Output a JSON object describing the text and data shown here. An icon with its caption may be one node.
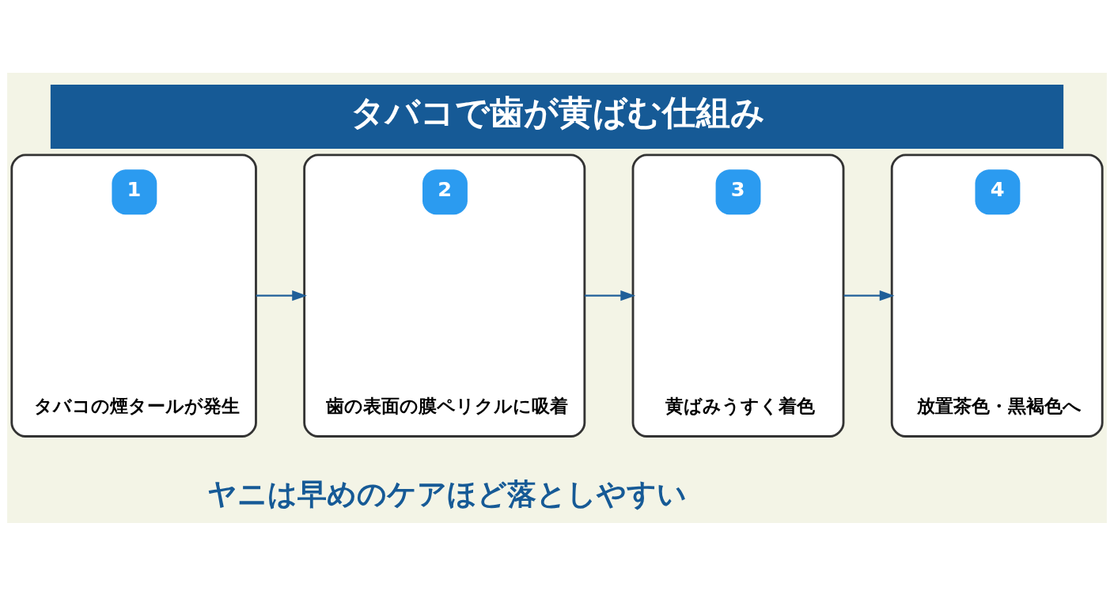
{
  "diagram": {
    "title": "タバコで歯が黄ばむ仕組み",
    "nodes": [
      {
        "text": [
          "1",
          "タバコの煙タールが発生"
        ]
      },
      {
        "text": [
          "2",
          "歯の表面の膜ペリクルに吸着"
        ]
      },
      {
        "text": [
          "3",
          "黄ばみうすく着色"
        ]
      },
      {
        "text": [
          "4",
          "放置茶色・黒褐色へ"
        ]
      }
    ],
    "edges": [
      {
        "from": 0,
        "to": 1,
        "arrow": "to"
      },
      {
        "from": 1,
        "to": 2,
        "arrow": "to"
      },
      {
        "from": 2,
        "to": 3,
        "arrow": "to"
      }
    ],
    "labels": [
      "ヤニは早めのケアほど落としやすい"
    ]
  }
}
